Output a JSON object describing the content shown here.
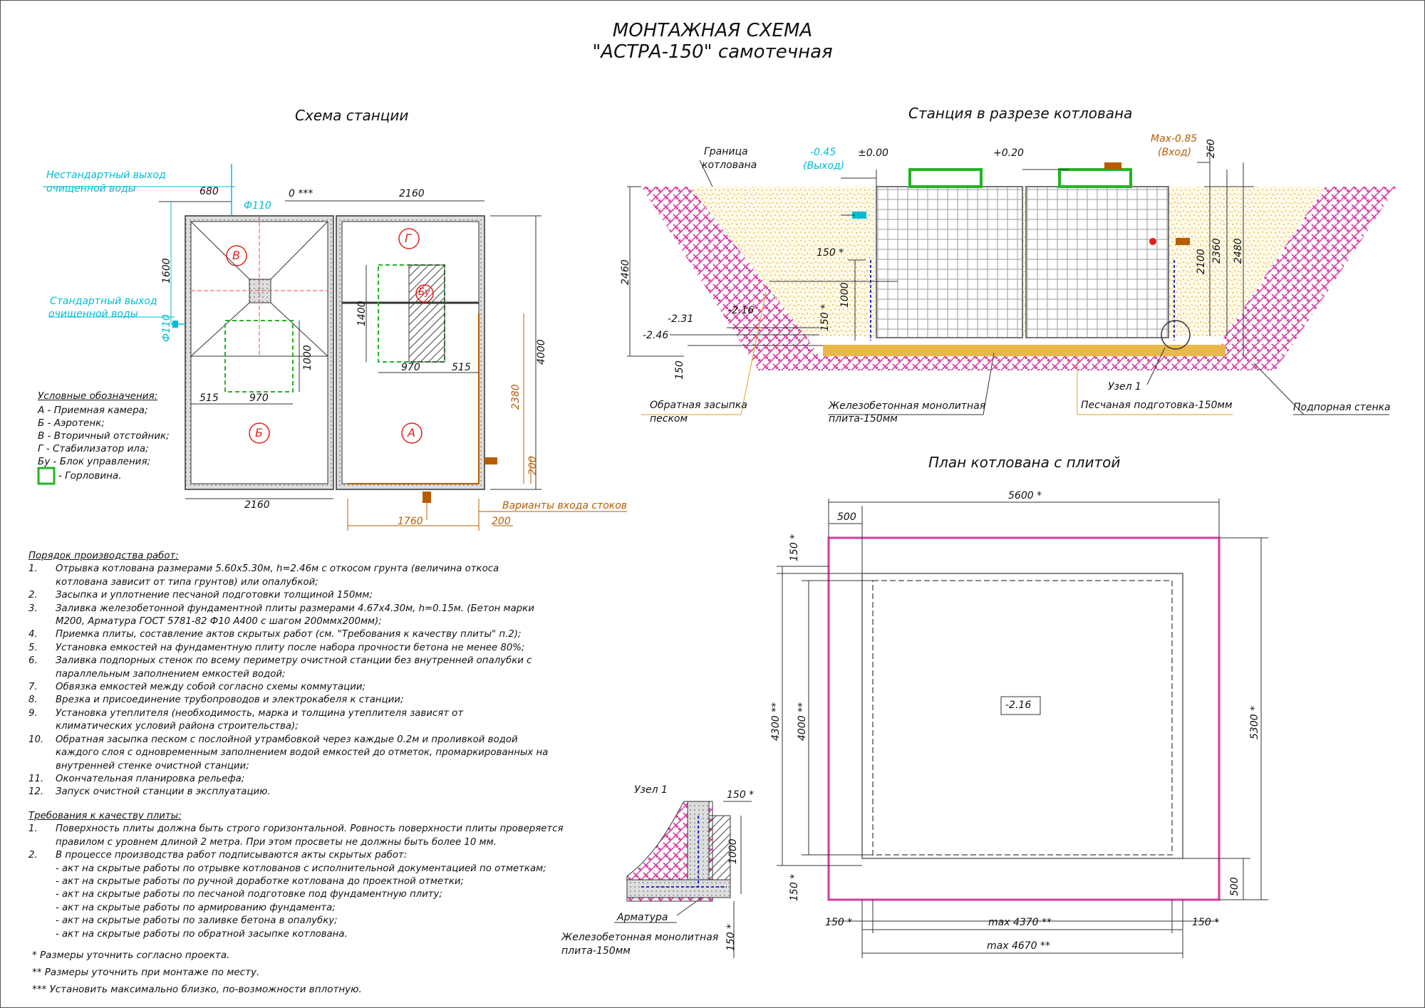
{
  "title": {
    "line1": "МОНТАЖНАЯ СХЕМА",
    "line2": "\"АСТРА-150\" самотечная"
  },
  "sections": {
    "station_scheme": "Схема станции",
    "section_view": "Станция в разрезе котлована",
    "pit_plan": "План котлована с плитой",
    "node1": "Узел 1"
  },
  "scheme": {
    "nonstd_out_line1": "Нестандартный выход",
    "nonstd_out_line2": "очищенной воды",
    "std_out_line1": "Стандартный выход",
    "std_out_line2": "очищенной воды",
    "d110_top": "Ф110",
    "d110_left": "Ф110",
    "dim_680": "680",
    "dim_0": "0 ***",
    "dim_2160_top": "2160",
    "dim_2160_bottom": "2160",
    "dim_1600": "1600",
    "dim_1400": "1400",
    "dim_1000": "1000",
    "dim_970_right": "970",
    "dim_515_right": "515",
    "dim_515_left": "515",
    "dim_970_left": "970",
    "dim_4000": "4000",
    "dim_2380": "2380",
    "dim_200_v": "200",
    "dim_1760": "1760",
    "dim_200_h": "200",
    "inlet_variants": "Варианты входа стоков",
    "zones": {
      "V": "В",
      "G": "Г",
      "Bu": "Бу",
      "B": "Б",
      "A": "А"
    }
  },
  "legend": {
    "header": "Условные обозначения:",
    "items": [
      "А - Приемная камера;",
      "Б - Аэротенк;",
      "В - Вторичный отстойник;",
      "Г - Стабилизатор ила;",
      "Бу - Блок управления;"
    ],
    "hatch": "- Горловина."
  },
  "section": {
    "pit_border_line1": "Граница",
    "pit_border_line2": "котлована",
    "out_level": "-0.45",
    "out_label": "(Выход)",
    "zero": "±0.00",
    "plus020": "+0.20",
    "max_in": "Max-0.85",
    "in_label": "(Вход)",
    "dim_260": "260",
    "dim_2460": "2460",
    "dim_150a": "150 *",
    "dim_1000": "1000",
    "dim_150b": "150 *",
    "dim_2100": "2100",
    "dim_2360": "2360",
    "dim_2480": "2480",
    "lvl_231": "-2.31",
    "lvl_216": "-2.16",
    "lvl_246": "-2.46",
    "dim_150c": "150",
    "node1": "Узел 1",
    "backfill_line1": "Обратная засыпка",
    "backfill_line2": "песком",
    "slab_line1": "Железобетонная монолитная",
    "slab_line2": "плита-150мм",
    "sand_bed": "Песчаная подготовка-150мм",
    "retaining_wall": "Подпорная стенка"
  },
  "plan": {
    "dim_5600": "5600 *",
    "dim_500_top": "500",
    "dim_150_tl": "150 *",
    "dim_4300": "4300 **",
    "dim_4000": "4000 **",
    "dim_5300": "5300 *",
    "level": "-2.16",
    "dim_150_bl": "150 *",
    "dim_500_br": "500",
    "dim_150_bottom_l": "150 *",
    "dim_max4370": "max 4370 **",
    "dim_150_bottom_r": "150 *",
    "dim_max4670": "max 4670 **"
  },
  "node": {
    "dim_150_top": "150 *",
    "dim_1000": "1000",
    "dim_150_bot": "150 *",
    "rebar": "Арматура",
    "slab_line1": "Железобетонная монолитная",
    "slab_line2": "плита-150мм"
  },
  "works": {
    "header": "Порядок производства работ:",
    "items": [
      {
        "n": "1.",
        "lines": [
          "Отрывка котлована размерами 5.60х5.30м, h=2.46м с откосом грунта (величина откоса",
          "котлована зависит от типа грунтов) или опалубкой;"
        ]
      },
      {
        "n": "2.",
        "lines": [
          "Засыпка и уплотнение песчаной подготовки толщиной 150мм;"
        ]
      },
      {
        "n": "3.",
        "lines": [
          "Заливка железобетонной фундаментной плиты размерами 4.67х4.30м, h=0.15м. (Бетон марки",
          "М200, Арматура ГОСТ 5781-82 Ф10 А400 с шагом 200ммх200мм);"
        ]
      },
      {
        "n": "4.",
        "lines": [
          "Приемка плиты, составление актов скрытых работ (см. \"Требования к качеству плиты\" п.2);"
        ]
      },
      {
        "n": "5.",
        "lines": [
          "Установка емкостей на фундаментную плиту после набора прочности бетона не менее 80%;"
        ]
      },
      {
        "n": "6.",
        "lines": [
          "Заливка подпорных стенок по всему периметру очистной станции без внутренней опалубки с",
          "параллельным заполнением емкостей водой;"
        ]
      },
      {
        "n": "7.",
        "lines": [
          "Обвязка емкостей между собой согласно схемы коммутации;"
        ]
      },
      {
        "n": "8.",
        "lines": [
          "Врезка и присоединение трубопроводов и электрокабеля к станции;"
        ]
      },
      {
        "n": "9.",
        "lines": [
          "Установка утеплителя (необходимость, марка и толщина утеплителя зависят от",
          "климатических условий района строительства);"
        ]
      },
      {
        "n": "10.",
        "lines": [
          "Обратная засыпка песком с послойной утрамбовкой через каждые 0.2м и проливкой водой",
          "каждого слоя с одновременным заполнением водой емкостей до отметок, промаркированных на",
          "внутренней стенке очистной станции;"
        ]
      },
      {
        "n": "11.",
        "lines": [
          "Окончательная планировка рельефа;"
        ]
      },
      {
        "n": "12.",
        "lines": [
          "Запуск очистной станции в эксплуатацию."
        ]
      }
    ]
  },
  "quality": {
    "header": "Требования к качеству плиты:",
    "items": [
      {
        "n": "1.",
        "lines": [
          "Поверхность плиты должна быть строго горизонтальной. Ровность поверхности плиты проверяется",
          "правилом с уровнем длиной 2 метра. При этом просветы не должны быть более 10 мм."
        ]
      },
      {
        "n": "2.",
        "lines": [
          "В процессе производства работ подписываются акты скрытых работ:",
          "- акт на скрытые работы по отрывке котлованов с исполнительной документацией по отметкам;",
          "- акт на скрытые работы по ручной доработке котлована до проектной отметки;",
          "- акт на скрытые работы по песчаной подготовке под фундаментную плиту;",
          "- акт на скрытые работы по армированию фундамента;",
          "- акт на скрытые работы по заливке бетона в опалубку;",
          "- акт на скрытые работы по обратной засыпке котлована."
        ]
      }
    ]
  },
  "footnotes": [
    "* Размеры уточнить согласно проекта.",
    "** Размеры уточнить при монтаже по месту.",
    "*** Установить максимально близко, по-возможности вплотную."
  ],
  "colors": {
    "cyan": "#00bcd4",
    "orange": "#b85c00",
    "magenta": "#d63aa0",
    "green": "#22b422",
    "red": "#e0201a",
    "sand": "#e8b84a"
  }
}
